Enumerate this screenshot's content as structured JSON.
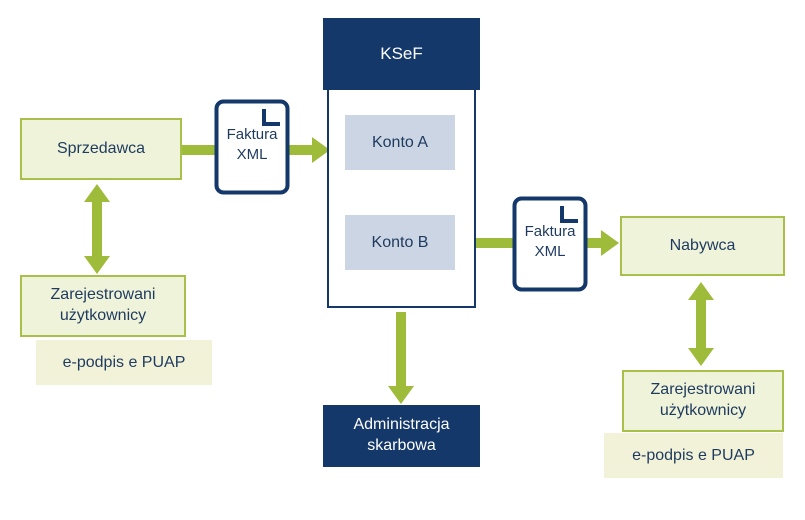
{
  "diagram": {
    "sprzedawca": "Sprzedawca",
    "nabywca": "Nabywca",
    "ksef_title": "KSeF",
    "konto_a": "Konto A",
    "konto_b": "Konto B",
    "admin": "Administracja skarbowa",
    "invoice_left": "Faktura XML",
    "invoice_right": "Faktura XML",
    "users_left": "Zarejestrowani użytkownicy",
    "note_left": "e-podpis e PUAP",
    "users_right": "Zarejestrowani użytkownicy",
    "note_right": "e-podpis e PUAP"
  },
  "colors": {
    "navy": "#14386a",
    "arrow_green": "#9fbb3a",
    "box_border_green": "#a8bf4a",
    "box_bg_green": "#eff3da",
    "konto_bg": "#ccd5e3",
    "note_bg": "#f2f2d9",
    "text": "#1e3a5f"
  }
}
